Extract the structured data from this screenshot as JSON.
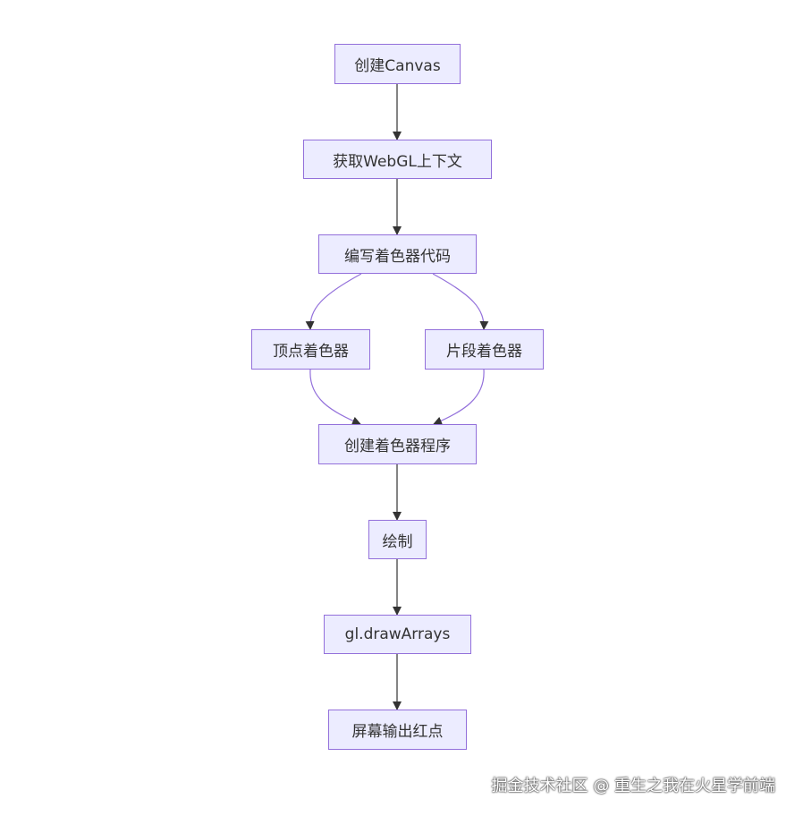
{
  "theme": {
    "node_fill": "#ECECFF",
    "node_stroke": "#9370DB",
    "edge": "#333333",
    "curve_edge": "#9370DB"
  },
  "nodes": {
    "create_canvas": "创建Canvas",
    "get_webgl": "获取WebGL上下文",
    "write_shader": "编写着色器代码",
    "vertex_shader": "顶点着色器",
    "fragment_shader": "片段着色器",
    "create_program": "创建着色器程序",
    "draw": "绘制",
    "draw_arrays": "gl.drawArrays",
    "screen_output": "屏幕输出红点"
  },
  "watermark": "掘金技术社区 @ 重生之我在火星学前端"
}
